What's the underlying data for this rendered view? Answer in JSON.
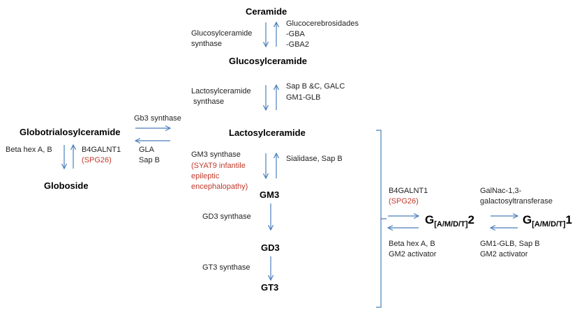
{
  "nodes": {
    "ceramide": "Ceramide",
    "glucosylceramide": "Glucosylceramide",
    "lactosylceramide": "Lactosylceramide",
    "globotrialosylceramide": "Globotrialosylceramide",
    "globoside": "Globoside",
    "gm3": "GM3",
    "gd3": "GD3",
    "gt3": "GT3",
    "g2": {
      "base": "G",
      "sub": "[A/M/D/T]",
      "num": "2"
    },
    "g1": {
      "base": "G",
      "sub": "[A/M/D/T]",
      "num": "1"
    }
  },
  "enzymes": {
    "glucosylceramide_synthase": [
      "Glucosylceramide",
      "synthase"
    ],
    "glucocerebrosidases": [
      "Glucocerebrosidades",
      "-GBA",
      "-GBA2"
    ],
    "lactosylceramide_synthase": [
      "Lactosylceramide",
      " synthase"
    ],
    "sap_galc": [
      "Sap B &C, GALC",
      "GM1-GLB"
    ],
    "gb3_synthase": "Gb3 synthase",
    "gla": [
      "GLA",
      "Sap B"
    ],
    "beta_hex_ab_left": "Beta hex A, B",
    "b4galnt1_left": "B4GALNT1",
    "spg26_left": "(SPG26)",
    "gm3_synthase": "GM3 synthase",
    "syat9": [
      "(SYAT9 infantile",
      "epileptic",
      "encephalopathy)"
    ],
    "sialidase": "Sialidase, Sap B",
    "gd3_synthase": "GD3 synthase",
    "gt3_synthase": "GT3 synthase",
    "b4galnt1_right": "B4GALNT1",
    "spg26_right": "(SPG26)",
    "galnac": [
      "GalNac-1,3-",
      "galactosyltransferase"
    ],
    "beta_hex_gm2": [
      "Beta hex A, B",
      "GM2 activator"
    ],
    "gm1_glb_gm2": [
      "GM1-GLB, Sap B",
      "GM2 activator"
    ]
  },
  "colors": {
    "arrow": "#4a7ebb",
    "disease_text": "#c0392b",
    "enzyme_text": "#222222",
    "node_text": "#000000"
  }
}
